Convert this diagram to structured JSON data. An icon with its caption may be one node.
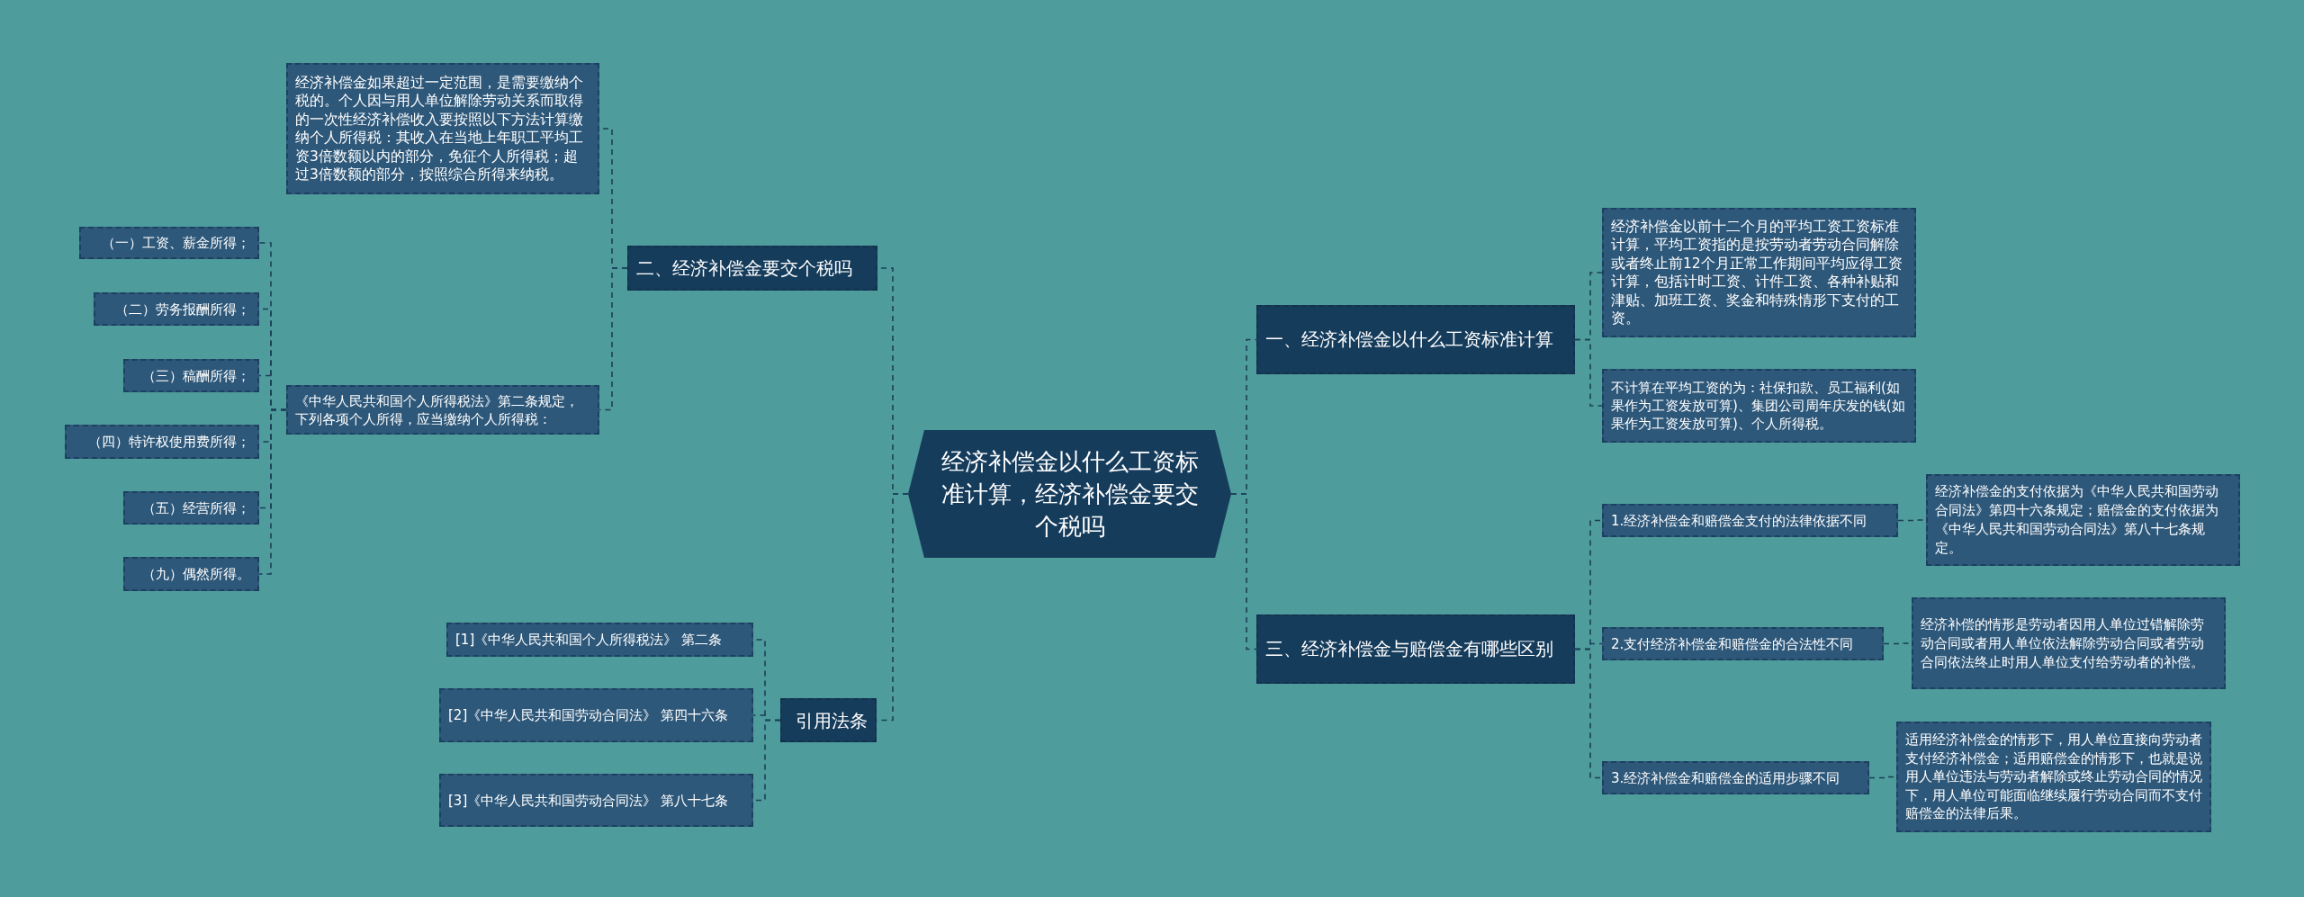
{
  "diagram": {
    "nodes": [
      {
        "text": [
          "经济补偿金以什么工资标准计算，经济补偿金要交个税吗"
        ]
      },
      {
        "text": [
          "二、经济补偿金要交个税吗"
        ]
      },
      {
        "text": [
          "经济补偿金如果超过一定范围，是需要缴纳个税的。个人因与用人单位解除劳动关系而取得的一次性经济补偿收入要按照以下方法计算缴纳个人所得税：其收入在当地上年职工平均工资3倍数额以内的部分，免征个人所得税；超过3倍数额的部分，按照综合所得来纳税。"
        ]
      },
      {
        "text": [
          "《中华人民共和国个人所得税法》第二条规定，下列各项个人所得，应当缴纳个人所得税："
        ]
      },
      {
        "text": [
          "（一）工资、薪金所得；"
        ]
      },
      {
        "text": [
          "（二）劳务报酬所得；"
        ]
      },
      {
        "text": [
          "（三）稿酬所得；"
        ]
      },
      {
        "text": [
          "（四）特许权使用费所得；"
        ]
      },
      {
        "text": [
          "（五）经营所得；"
        ]
      },
      {
        "text": [
          "（九）偶然所得。"
        ]
      },
      {
        "text": [
          "引用法条"
        ]
      },
      {
        "text": [
          "[1]《中华人民共和国个人所得税法》 第二条"
        ]
      },
      {
        "text": [
          "[2]《中华人民共和国劳动合同法》 第四十六条"
        ]
      },
      {
        "text": [
          "[3]《中华人民共和国劳动合同法》 第八十七条"
        ]
      },
      {
        "text": [
          "一、经济补偿金以什么工资标准计算"
        ]
      },
      {
        "text": [
          "经济补偿金以前十二个月的平均工资工资标准计算，平均工资指的是按劳动者劳动合同解除或者终止前12个月正常工作期间平均应得工资计算，包括计时工资、计件工资、各种补贴和津贴、加班工资、奖金和特殊情形下支付的工资。"
        ]
      },
      {
        "text": [
          "不计算在平均工资的为：社保扣款、员工福利(如果作为工资发放可算)、集团公司周年庆发的钱(如果作为工资发放可算)、个人所得税。"
        ]
      },
      {
        "text": [
          "三、经济补偿金与赔偿金有哪些区别"
        ]
      },
      {
        "text": [
          "1.经济补偿金和赔偿金支付的法律依据不同"
        ]
      },
      {
        "text": [
          "经济补偿金的支付依据为《中华人民共和国劳动合同法》第四十六条规定；赔偿金的支付依据为《中华人民共和国劳动合同法》第八十七条规定。"
        ]
      },
      {
        "text": [
          "2.支付经济补偿金和赔偿金的合法性不同"
        ]
      },
      {
        "text": [
          "经济补偿的情形是劳动者因用人单位过错解除劳动合同或者用人单位依法解除劳动合同或者劳动合同依法终止时用人单位支付给劳动者的补偿。"
        ]
      },
      {
        "text": [
          "3.经济补偿金和赔偿金的适用步骤不同"
        ]
      },
      {
        "text": [
          "适用经济补偿金的情形下，用人单位直接向劳动者支付经济补偿金；适用赔偿金的情形下，也就是说用人单位违法与劳动者解除或终止劳动合同的情况下，用人单位可能面临继续履行劳动合同而不支付赔偿金的法律后果。"
        ]
      }
    ],
    "edges": [
      {
        "from": 0,
        "to": 1,
        "arrow": "none"
      },
      {
        "from": 1,
        "to": 2,
        "arrow": "none"
      },
      {
        "from": 1,
        "to": 3,
        "arrow": "none"
      },
      {
        "from": 3,
        "to": 4,
        "arrow": "none"
      },
      {
        "from": 3,
        "to": 5,
        "arrow": "none"
      },
      {
        "from": 3,
        "to": 6,
        "arrow": "none"
      },
      {
        "from": 3,
        "to": 7,
        "arrow": "none"
      },
      {
        "from": 3,
        "to": 8,
        "arrow": "none"
      },
      {
        "from": 3,
        "to": 9,
        "arrow": "none"
      },
      {
        "from": 0,
        "to": 10,
        "arrow": "none"
      },
      {
        "from": 10,
        "to": 11,
        "arrow": "none"
      },
      {
        "from": 10,
        "to": 12,
        "arrow": "none"
      },
      {
        "from": 10,
        "to": 13,
        "arrow": "none"
      },
      {
        "from": 0,
        "to": 14,
        "arrow": "none"
      },
      {
        "from": 14,
        "to": 15,
        "arrow": "none"
      },
      {
        "from": 14,
        "to": 16,
        "arrow": "none"
      },
      {
        "from": 0,
        "to": 17,
        "arrow": "none"
      },
      {
        "from": 17,
        "to": 18,
        "arrow": "none"
      },
      {
        "from": 17,
        "to": 20,
        "arrow": "none"
      },
      {
        "from": 17,
        "to": 22,
        "arrow": "none"
      },
      {
        "from": 18,
        "to": 19,
        "arrow": "none"
      },
      {
        "from": 20,
        "to": 21,
        "arrow": "none"
      },
      {
        "from": 22,
        "to": 23,
        "arrow": "none"
      }
    ]
  }
}
